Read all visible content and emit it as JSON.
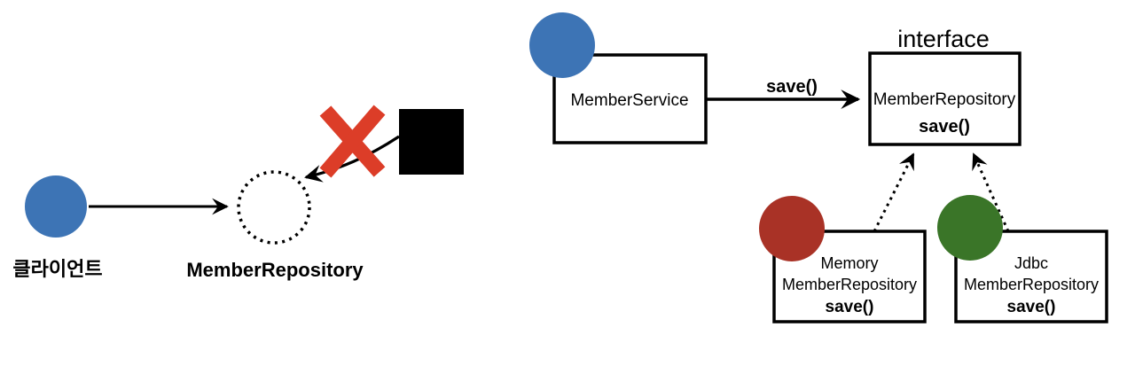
{
  "colors": {
    "blue": "#3D74B5",
    "brick_red": "#A93226",
    "green": "#3A7528",
    "x_red": "#DC3D28",
    "label_gray": "#595959",
    "line_black": "#000000",
    "box_fill": "#FFFFFF"
  },
  "icons": {
    "client_marker": "blue-filled-circle",
    "service_marker": "blue-filled-circle",
    "memory_impl_marker": "red-filled-circle",
    "jdbc_impl_marker": "green-filled-circle",
    "abstract_repository_marker": "dotted-circle-outline",
    "concrete_class_marker": "black-filled-square",
    "prohibition_marker": "red-x-mark"
  },
  "left_diagram": {
    "client_label": "클라이언트",
    "repository_label": "MemberRepository"
  },
  "right_diagram": {
    "service_box_label": "MemberService",
    "arrow_label": "save()",
    "interface_caption": "interface",
    "interface_box": {
      "name": "MemberRepository",
      "method": "save()"
    },
    "memory_box": {
      "prefix": "Memory",
      "name": "MemberRepository",
      "method": "save()"
    },
    "jdbc_box": {
      "prefix": "Jdbc",
      "name": "MemberRepository",
      "method": "save()"
    }
  }
}
